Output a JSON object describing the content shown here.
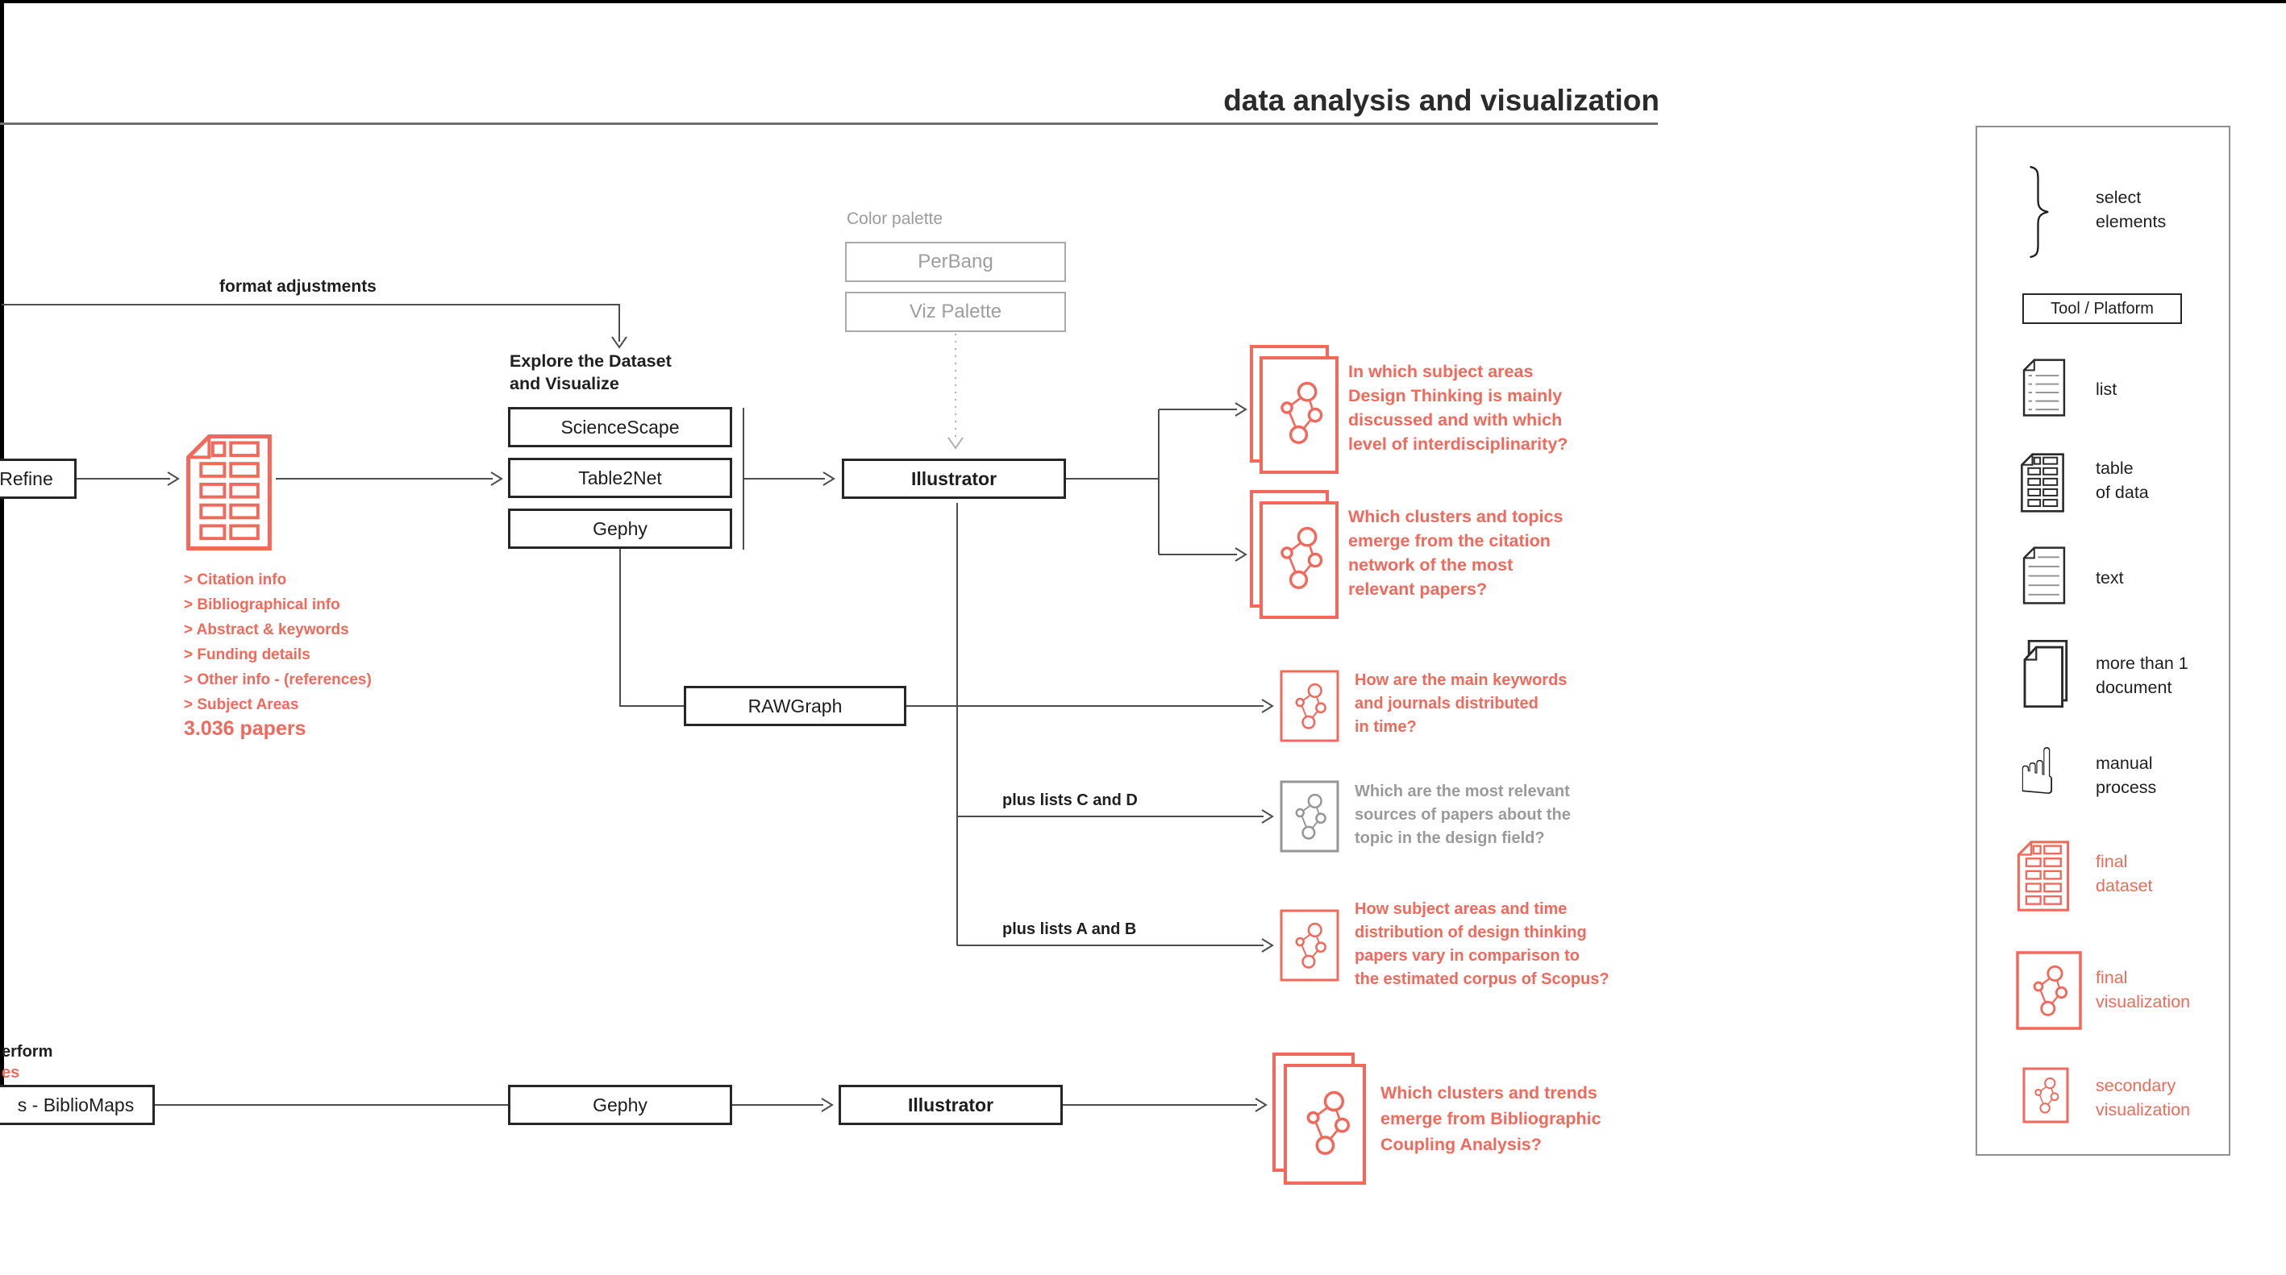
{
  "title": "data analysis and visualization",
  "colors": {
    "accent": "#f2695c",
    "muted_gray": "#9c9c9c",
    "line": "#4d4d4d"
  },
  "flow": {
    "format_adjustments_label": "format adjustments",
    "refine_box": "Refine",
    "explore_label": [
      "Explore the Dataset",
      "and Visualize"
    ],
    "sciencescape_box": "ScienceScape",
    "table2net_box": "Table2Net",
    "gephy_box": "Gephy",
    "color_palette_label": "Color palette",
    "perbang_box": "PerBang",
    "vizpalette_box": "Viz Palette",
    "illustrator_box": "Illustrator",
    "rawgraph_box": "RAWGraph",
    "dataset_fields": [
      "> Citation info",
      "> Bibliographical info",
      "> Abstract & keywords",
      "> Funding details",
      "> Other info - (references)",
      "> Subject Areas"
    ],
    "dataset_count": "3.036 papers",
    "plus_lists_cd_label": "plus lists C and D",
    "plus_lists_ab_label": "plus lists A and B",
    "bottom_cut_text_1": "erform",
    "bottom_cut_text_2": "es",
    "bibliomaps_box": "s - BiblioMaps",
    "bottom_gephy_box": "Gephy",
    "bottom_illustrator_box": "Illustrator",
    "questions": {
      "subject_areas": [
        "In which subject areas",
        "Design Thinking is mainly",
        "discussed and with which",
        "level of interdisciplinarity?"
      ],
      "clusters_topics": [
        "Which clusters and topics",
        "emerge from the citation",
        "network of the most",
        "relevant papers?"
      ],
      "keywords_time": [
        "How are the main keywords",
        "and journals distributed",
        "in time?"
      ],
      "relevant_sources": [
        "Which are the most relevant",
        "sources of papers about the",
        "topic in the design field?"
      ],
      "scopus_comparison": [
        "How subject areas and time",
        "distribution of design thinking",
        "papers vary in comparison to",
        "the estimated corpus of Scopus?"
      ],
      "bibliographic_coupling": [
        "Which clusters and trends",
        "emerge from Bibliographic",
        "Coupling Analysis?"
      ]
    }
  },
  "legend": {
    "select_elements": [
      "select",
      "elements"
    ],
    "tool_platform": "Tool / Platform",
    "list": "list",
    "table_of_data": [
      "table",
      "of data"
    ],
    "text": "text",
    "more_than_one": [
      "more than 1",
      "document"
    ],
    "manual_process": [
      "manual",
      "process"
    ],
    "final_dataset": [
      "final",
      "dataset"
    ],
    "final_visualization": [
      "final",
      "visualization"
    ],
    "secondary_visualization": [
      "secondary",
      "visualization"
    ]
  }
}
